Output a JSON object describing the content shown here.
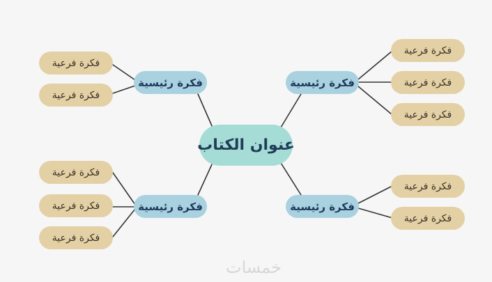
{
  "title": "عنوان الكتاب",
  "branches": [
    {
      "label": "فكرة رئيسية",
      "subs": [
        "فكرة فرعية",
        "فكرة فرعية"
      ]
    },
    {
      "label": "فكرة رئيسية",
      "subs": [
        "فكرة فرعية",
        "فكرة فرعية",
        "فكرة فرعية"
      ]
    },
    {
      "label": "فكرة رئيسية",
      "subs": [
        "فكرة فرعية",
        "فكرة فرعية",
        "فكرة فرعية"
      ]
    },
    {
      "label": "فكرة رئيسية",
      "subs": [
        "فكرة فرعية",
        "فكرة فرعية"
      ]
    }
  ],
  "colors": {
    "root": "#a5dcd6",
    "main": "#a9d1df",
    "sub": "#e3d0a5",
    "line": "#333333"
  },
  "watermark": "خمسات"
}
